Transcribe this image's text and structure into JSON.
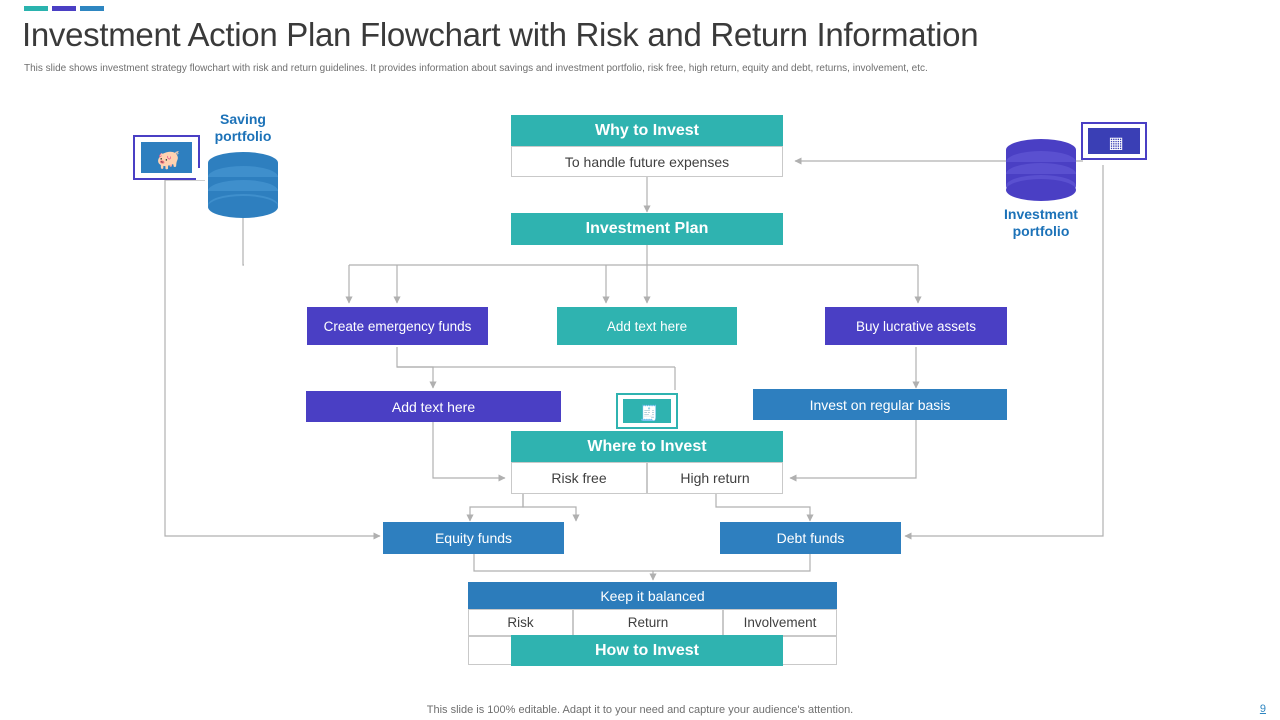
{
  "header": {
    "title": "Investment Action Plan Flowchart with Risk and Return Information",
    "subtitle": "This slide shows investment strategy flowchart with risk and return guidelines. It provides information about savings and investment portfolio, risk free, high return, equity and debt, returns, involvement, etc."
  },
  "footer": {
    "note": "This slide is 100% editable. Adapt it to your need and capture your audience's attention.",
    "page": "9"
  },
  "labels": {
    "saving_portfolio": "Saving\nportfolio",
    "saving_portfolio_l1": "Saving",
    "saving_portfolio_l2": "portfolio",
    "investment_portfolio_l1": "Investment",
    "investment_portfolio_l2": "portfolio"
  },
  "nodes": {
    "why_to_invest": "Why to Invest",
    "to_handle_future_expenses": "To handle future expenses",
    "investment_plan": "Investment Plan",
    "create_emergency_funds": "Create emergency funds",
    "add_text_here_mid": "Add text here",
    "buy_lucrative_assets": "Buy lucrative assets",
    "add_text_here_left": "Add text here",
    "invest_on_regular_basis": "Invest on regular basis",
    "where_to_invest": "Where to Invest",
    "risk_free": "Risk free",
    "high_return": "High return",
    "equity_funds": "Equity funds",
    "debt_funds": "Debt funds",
    "keep_it_balanced": "Keep it balanced",
    "risk": "Risk",
    "return": "Return",
    "involvement": "Involvement",
    "how_to_invest": "How to Invest"
  },
  "icons": {
    "piggy_bank": "piggy-bank-icon",
    "database_chip": "database-chip-icon",
    "invoice": "invoice-icon",
    "saving_cylinder": "cylinder-database-icon",
    "investment_cylinder": "cylinder-database-icon"
  },
  "colors": {
    "teal": "#2fb3b0",
    "purple": "#4a3fc4",
    "blue": "#2e7fbf",
    "accent_link": "#1c72b8"
  }
}
